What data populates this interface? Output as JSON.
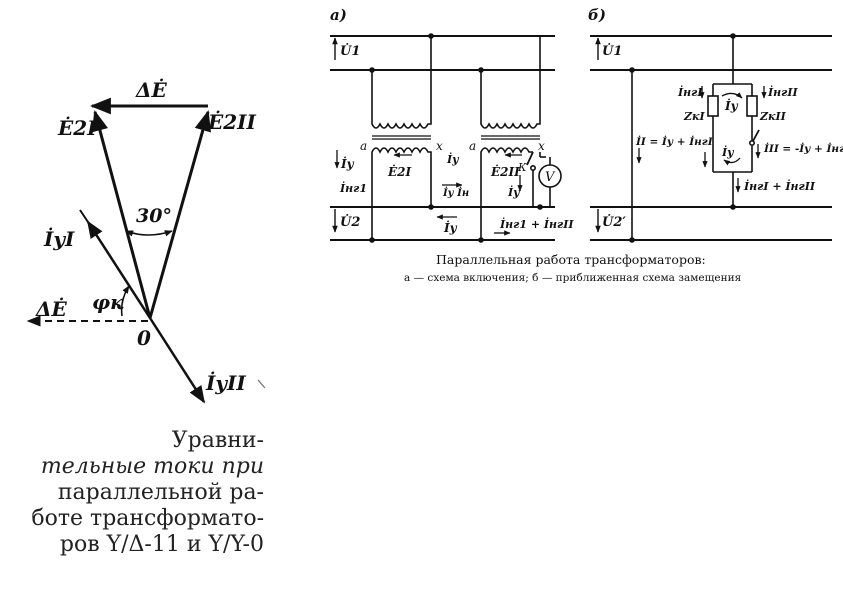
{
  "vector_diagram": {
    "labels": {
      "delta_e_top": "ΔĖ",
      "e2_i": "Ė2I",
      "e2_ii": "Ė2II",
      "angle": "30°",
      "i_yi": "İyI",
      "delta_e_left": "ΔĖ",
      "phi_k": "φк",
      "origin": "0",
      "i_yii": "İyII"
    },
    "caption_lines": [
      "Уравни-",
      "тельные токи при",
      "параллельной    ра-",
      "боте трансформато-",
      "ров Y/Δ-11 и Y/Y-0"
    ]
  },
  "circuit_a": {
    "panel_label": "а)",
    "labels": {
      "u1": "U̇1",
      "u2": "U̇2",
      "a1": "a",
      "x1": "x",
      "a2": "a",
      "x2": "x",
      "iy": "İу",
      "ing1": "İнг1",
      "e2i": "Ė2I",
      "iy2": "İу",
      "iy_in": "İу İн",
      "e2ii": "Ė2II",
      "k": "К",
      "iy3": "İу",
      "voltmeter": "V",
      "iy_bottom": "İу",
      "ing_sum": "İнг1 + İнгII"
    }
  },
  "circuit_b": {
    "panel_label": "б)",
    "labels": {
      "u1": "U̇1",
      "u2p": "U̇2′",
      "ing1": "İнгI",
      "zki": "ZкI",
      "iy": "İу",
      "ingii": "İнгII",
      "zkii": "ZкII",
      "i1_eq": "İI = İу + İнгI",
      "iy_mid": "İу",
      "i2_eq": "İII = -İу + İнгII",
      "sum": "İнгI + İнгII"
    }
  },
  "figure_caption": {
    "title": "Параллельная работа трансформаторов:",
    "subtitle": "а — схема включения; б — приближенная схема замещения"
  }
}
